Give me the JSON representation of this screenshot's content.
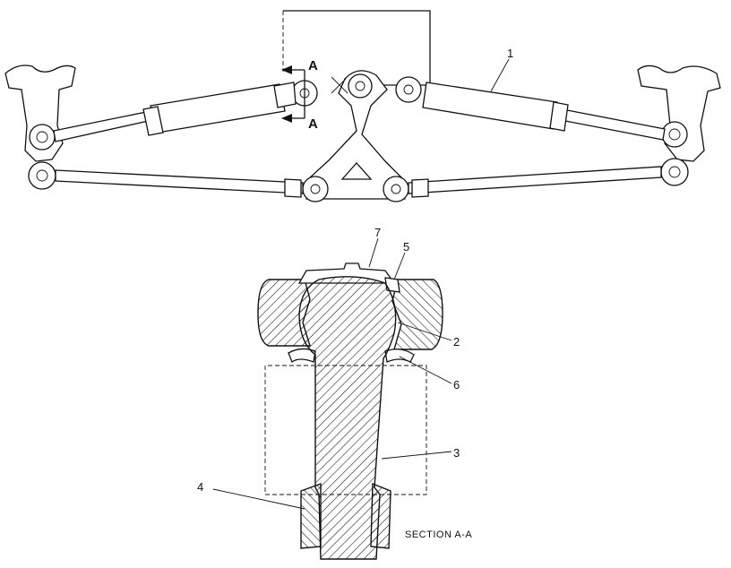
{
  "labels": {
    "part_1": "1",
    "part_2": "2",
    "part_3": "3",
    "part_4": "4",
    "part_5": "5",
    "part_6": "6",
    "part_7": "7"
  },
  "section_marks": {
    "upper": "A",
    "lower": "A"
  },
  "section_caption": "SECTION A-A"
}
